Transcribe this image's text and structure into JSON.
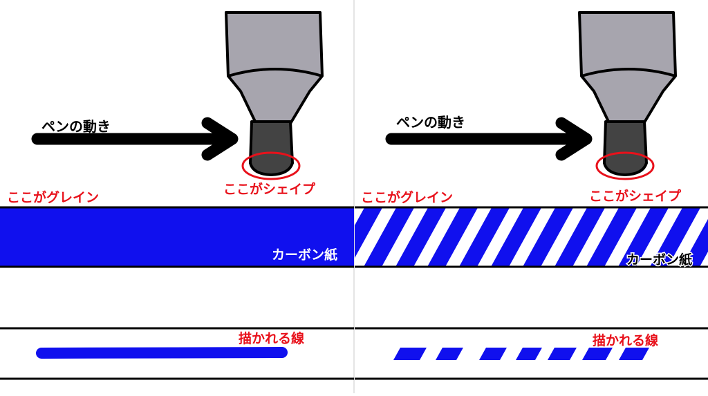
{
  "colors": {
    "carbon_blue": "#1010ee",
    "label_red": "#e8111b",
    "ink": "#000000",
    "pen_gray": "#a7a5ae",
    "tip_dark": "#434343",
    "divider": "#c8c8c8"
  },
  "panels": [
    {
      "movement_label": "ペンの動き",
      "grain_label": "ここがグレイン",
      "shape_label": "ここがシェイプ",
      "paper_label": "カーボン紙",
      "line_label": "描かれる線",
      "paper_pattern": "solid",
      "drawn_line_pattern": "continuous"
    },
    {
      "movement_label": "ペンの動き",
      "grain_label": "ここがグレイン",
      "shape_label": "ここがシェイプ",
      "paper_label": "カーボン紙",
      "line_label": "描かれる線",
      "paper_pattern": "diagonal-stripes",
      "drawn_line_pattern": "dashed"
    }
  ]
}
